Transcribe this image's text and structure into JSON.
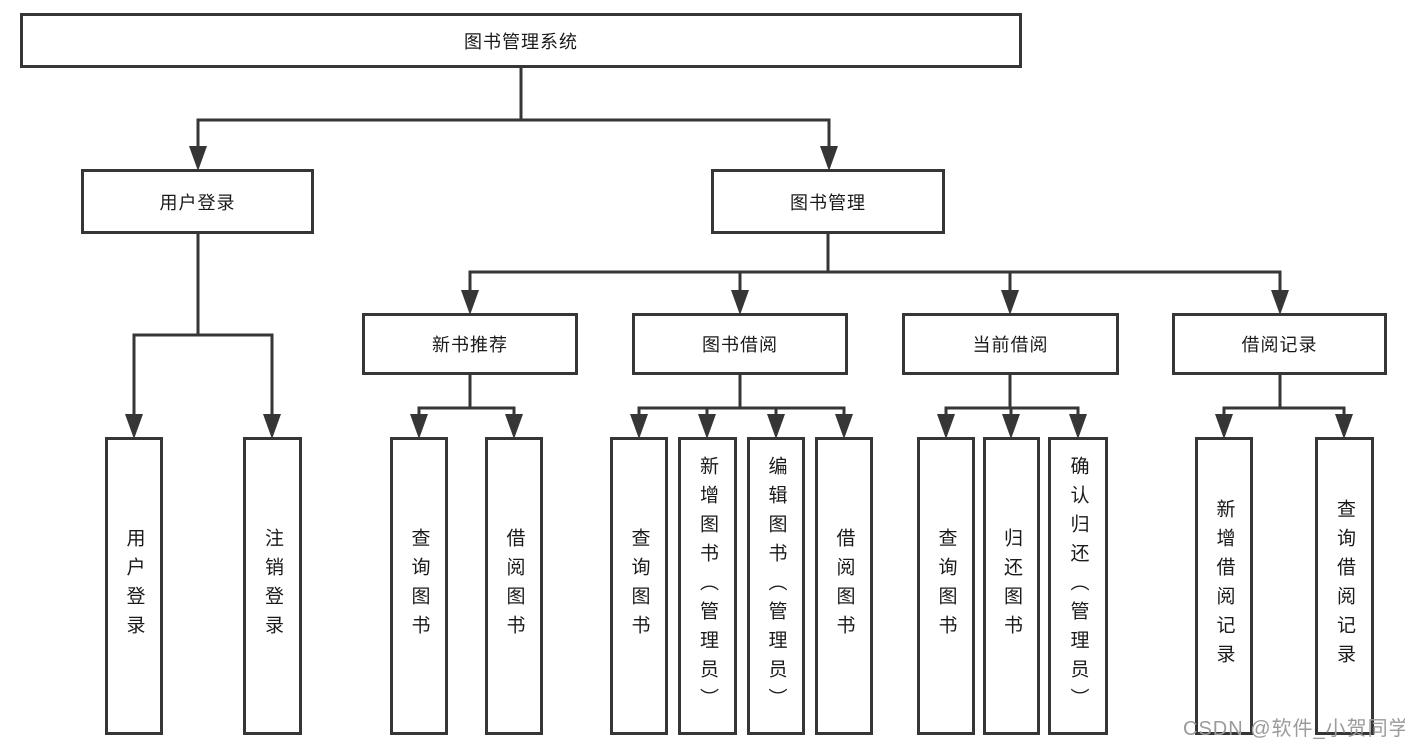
{
  "diagram": {
    "title": "图书管理系统",
    "tree": {
      "label": "图书管理系统",
      "children": [
        {
          "label": "用户登录",
          "children": [
            {
              "label": "用户登录"
            },
            {
              "label": "注销登录"
            }
          ]
        },
        {
          "label": "图书管理",
          "children": [
            {
              "label": "新书推荐",
              "children": [
                {
                  "label": "查询图书"
                },
                {
                  "label": "借阅图书"
                }
              ]
            },
            {
              "label": "图书借阅",
              "children": [
                {
                  "label": "查询图书"
                },
                {
                  "label": "新增图书（管理员）"
                },
                {
                  "label": "编辑图书（管理员）"
                },
                {
                  "label": "借阅图书"
                }
              ]
            },
            {
              "label": "当前借阅",
              "children": [
                {
                  "label": "查询图书"
                },
                {
                  "label": "归还图书"
                },
                {
                  "label": "确认归还（管理员）"
                }
              ]
            },
            {
              "label": "借阅记录",
              "children": [
                {
                  "label": "新增借阅记录"
                },
                {
                  "label": "查询借阅记录"
                }
              ]
            }
          ]
        }
      ]
    },
    "colors": {
      "line": "#363636",
      "box_border": "#363636",
      "box_fill": "#ffffff",
      "text": "#1a1a1a",
      "background": "#ffffff"
    }
  },
  "watermark": {
    "text": "CSDN @软件_小贺同学",
    "color": "#9b9b9b"
  }
}
